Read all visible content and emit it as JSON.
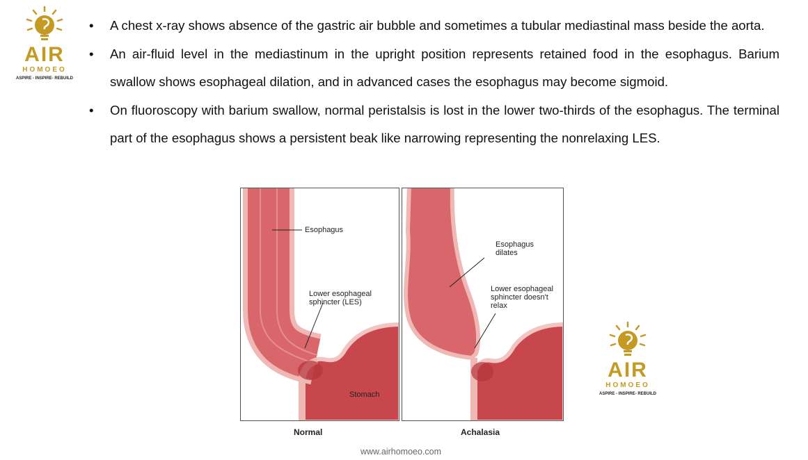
{
  "logo": {
    "name": "AIR",
    "sub": "HOMOEO",
    "tagline": "ASPIRE - INSPIRE- REBUILD",
    "color": "#c49a22"
  },
  "bullets": [
    "A chest x-ray shows absence of the gastric air bubble and sometimes a tubular mediastinal mass beside the aorta.",
    "An air-fluid level in the mediastinum in the upright position represents retained food in the esophagus. Barium swallow shows esophageal dilation, and in advanced cases the esophagus may become sigmoid.",
    "On fluoroscopy with barium swallow, normal peristalsis is lost in the lower two-thirds of the esophagus. The terminal part of the esophagus shows a persistent beak like narrowing representing the nonrelaxing LES."
  ],
  "bullet_symbol": "•",
  "figure": {
    "normal": {
      "caption": "Normal",
      "labels": {
        "esophagus": "Esophagus",
        "les_1": "Lower esophageal",
        "les_2": "sphincter (LES)",
        "stomach": "Stomach"
      }
    },
    "achalasia": {
      "caption": "Achalasia",
      "labels": {
        "dilates_1": "Esophagus",
        "dilates_2": "dilates",
        "les_1": "Lower esophageal",
        "les_2": "sphincter doesn't",
        "les_3": "relax"
      }
    }
  },
  "footer": "www.airhomoeo.com"
}
